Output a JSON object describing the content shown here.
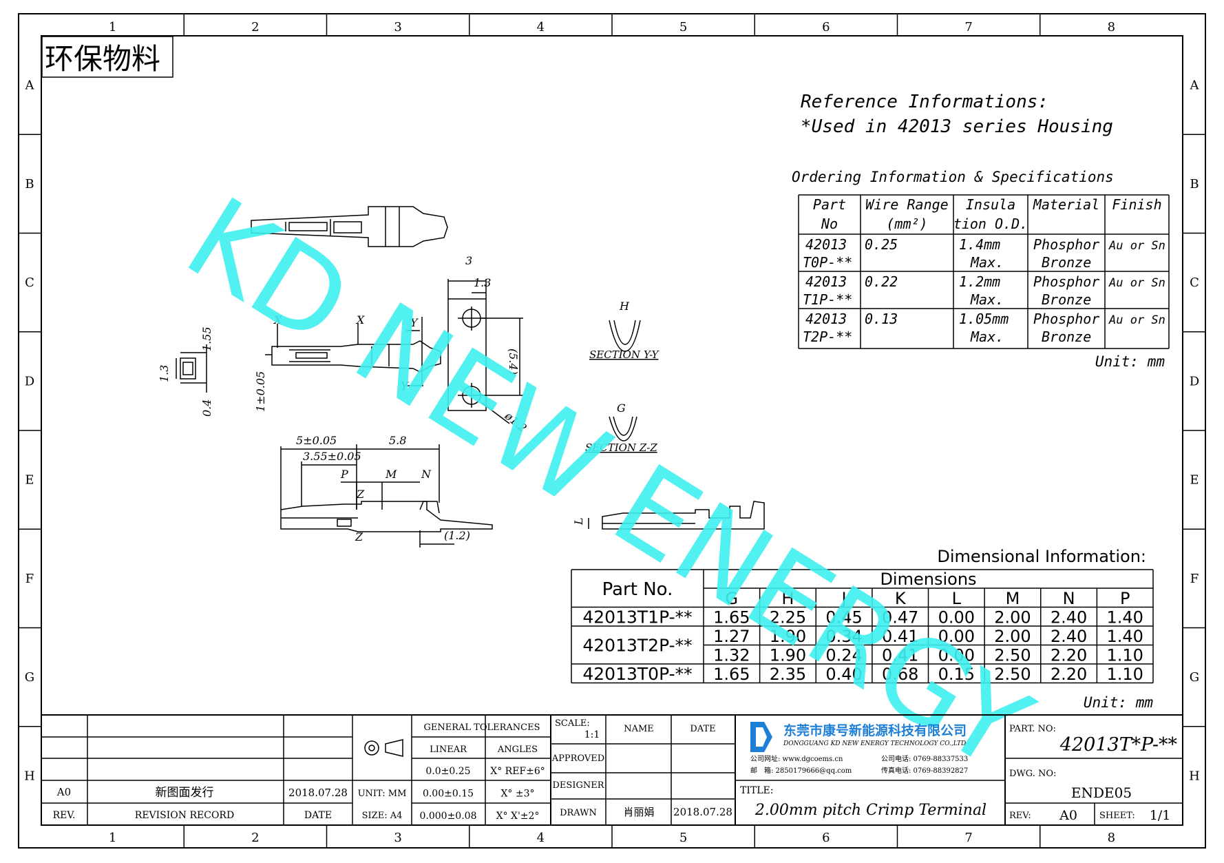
{
  "stamp": "环保物料",
  "watermark": "KD NEW ENERGY",
  "grid": {
    "cols": [
      "1",
      "2",
      "3",
      "4",
      "5",
      "6",
      "7",
      "8"
    ],
    "rows": [
      "A",
      "B",
      "C",
      "D",
      "E",
      "F",
      "G",
      "H"
    ]
  },
  "reference": {
    "line1": "Reference Informations:",
    "line2": "*Used in 42013 series Housing"
  },
  "ordering": {
    "title": "Ordering Information & Specifications",
    "headers": [
      [
        "Part",
        "No"
      ],
      [
        "Wire Range",
        "(mm²)"
      ],
      [
        "Insula",
        "tion O.D."
      ],
      [
        "Material",
        ""
      ],
      [
        "Finish",
        ""
      ]
    ],
    "rows": [
      {
        "part": [
          "42013",
          "T0P-**"
        ],
        "wire": "0.25",
        "od": [
          "1.4mm",
          "Max."
        ],
        "mat": [
          "Phosphor",
          "Bronze"
        ],
        "fin": "Au or Sn"
      },
      {
        "part": [
          "42013",
          "T1P-**"
        ],
        "wire": "0.22",
        "od": [
          "1.2mm",
          "Max."
        ],
        "mat": [
          "Phosphor",
          "Bronze"
        ],
        "fin": "Au or Sn"
      },
      {
        "part": [
          "42013",
          "T2P-**"
        ],
        "wire": "0.13",
        "od": [
          "1.05mm",
          "Max."
        ],
        "mat": [
          "Phosphor",
          "Bronze"
        ],
        "fin": "Au or Sn"
      }
    ],
    "unit": "Unit: mm"
  },
  "dimensional": {
    "title": "Dimensional Information:",
    "part_header": "Part No.",
    "dim_header": "Dimensions",
    "cols": [
      "G",
      "H",
      "J",
      "K",
      "L",
      "M",
      "N",
      "P"
    ],
    "rows": [
      {
        "part": "42013T1P-**",
        "vals": [
          [
            "1.65",
            "2.25",
            "0.45",
            "0.47",
            "0.00",
            "2.00",
            "2.40",
            "1.40"
          ]
        ]
      },
      {
        "part": "42013T2P-**",
        "vals": [
          [
            "1.27",
            "1.90",
            "0.34",
            "0.41",
            "0.00",
            "2.00",
            "2.40",
            "1.40"
          ],
          [
            "1.32",
            "1.90",
            "0.24",
            "0.41",
            "0.00",
            "2.50",
            "2.20",
            "1.10"
          ]
        ]
      },
      {
        "part": "42013T0P-**",
        "vals": [
          [
            "1.65",
            "2.35",
            "0.40",
            "0.68",
            "0.15",
            "2.50",
            "2.20",
            "1.10"
          ]
        ]
      }
    ],
    "unit": "Unit: mm"
  },
  "drawing": {
    "dims": {
      "d3": "3",
      "d13": "1.3",
      "d54": "(5.4)",
      "d12": "ø1.2",
      "d155": "1.55",
      "d13b": "1.3",
      "d04": "0.4",
      "d1": "1±0.05",
      "d5": "5±0.05",
      "d58": "5.8",
      "d355": "3.55±0.05",
      "p": "P",
      "m": "M",
      "n": "N",
      "d12b": "(1.2)",
      "l": "L",
      "h": "H",
      "g": "G",
      "x": "X",
      "y": "Y",
      "z": "Z"
    },
    "section_yy": "SECTION Y-Y",
    "section_zz": "SECTION Z-Z"
  },
  "titleblock": {
    "rev_label": "REV.",
    "rev_record_label": "REVISION RECORD",
    "date_label": "DATE",
    "rev_value": "A0",
    "rev_record_value": "新图面发行",
    "rev_date_value": "2018.07.28",
    "unit": "UNIT: MM",
    "size": "SIZE: A4",
    "gen_tol": "GENERAL TOLERANCES",
    "linear": "LINEAR",
    "angles": "ANGLES",
    "tol_lin": [
      "0.0±0.25",
      "0.00±0.15",
      "0.000±0.08"
    ],
    "tol_ang": [
      "X° REF±6°",
      "X° ±3°",
      "X° X'±2°"
    ],
    "scale_label": "SCALE:",
    "scale_value": "1:1",
    "name_label": "NAME",
    "date2_label": "DATE",
    "approved": "APPROVED",
    "designer": "DESIGNER",
    "drawn": "DRAWN",
    "drawn_name": "肖丽娟",
    "drawn_date": "2018.07.28",
    "company_cn": "东莞市康号新能源科技有限公司",
    "company_en": "DONGGUANG KD NEW ENERGY TECHNOLOGY CO.,LTD",
    "contact1_label": "公司网址:",
    "contact1_value": "www.dgcoems.cn",
    "contact2_label": "公司电话:",
    "contact2_value": "0769-88337533",
    "contact3_label": "邮　箱:",
    "contact3_value": "2850179666@qq.com",
    "contact4_label": "传真电话:",
    "contact4_value": "0769-88392827",
    "title_label": "TITLE:",
    "title_value": "2.00mm pitch Crimp Terminal",
    "partno_label": "PART. NO:",
    "partno_value": "42013T*P-**",
    "dwgno_label": "DWG. NO:",
    "dwgno_value": "ENDE05",
    "rev2_label": "REV:",
    "rev2_value": "A0",
    "sheet_label": "SHEET:",
    "sheet_value": "1/1"
  },
  "colors": {
    "watermark": "#3ff0f0",
    "logo": "#1e7fd6",
    "ink": "#000000"
  }
}
